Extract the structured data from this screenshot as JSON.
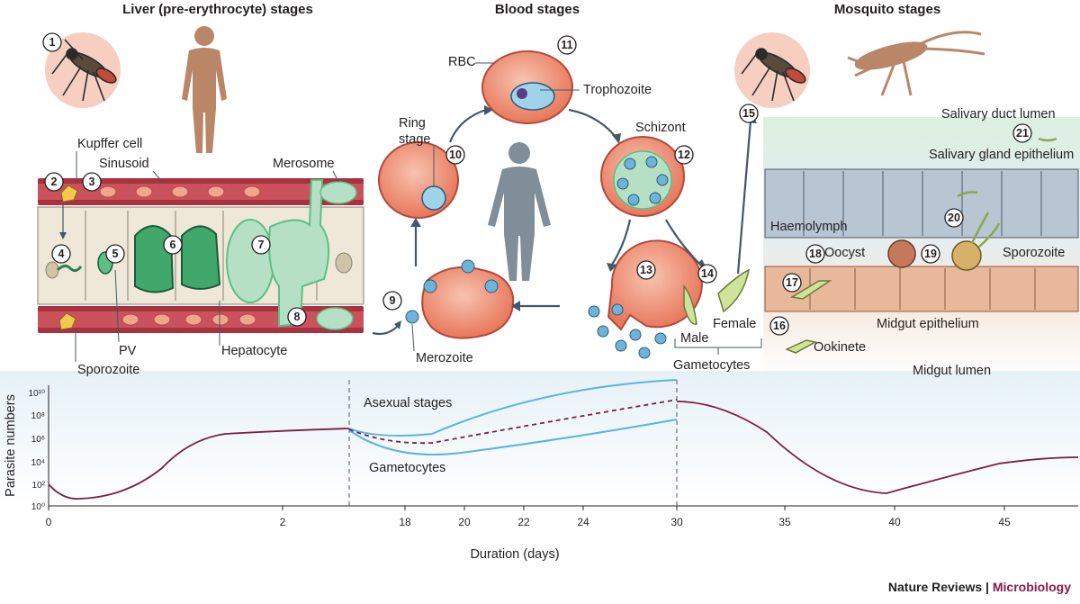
{
  "headers": {
    "liver": "Liver (pre-erythrocyte) stages",
    "blood": "Blood stages",
    "mosquito": "Mosquito stages"
  },
  "labels": {
    "kupffer": "Kupffer cell",
    "sinusoid": "Sinusoid",
    "merosome": "Merosome",
    "pv": "PV",
    "sporozoite_liver": "Sporozoite",
    "hepatocyte": "Hepatocyte",
    "merozoite": "Merozoite",
    "rbc": "RBC",
    "trophozoite": "Trophozoite",
    "ring_stage_1": "Ring",
    "ring_stage_2": "stage",
    "schizont": "Schizont",
    "male": "Male",
    "female": "Female",
    "gametocytes": "Gametocytes",
    "salivary_duct_lumen": "Salivary duct lumen",
    "salivary_gland_epithelium": "Salivary gland epithelium",
    "haemolymph": "Haemolymph",
    "oocyst": "Oocyst",
    "sporozoite_mosq": "Sporozoite",
    "midgut_epithelium": "Midgut epithelium",
    "ookinete": "Ookinete",
    "midgut_lumen": "Midgut lumen"
  },
  "step_numbers": [
    "1",
    "2",
    "3",
    "4",
    "5",
    "6",
    "7",
    "8",
    "9",
    "10",
    "11",
    "12",
    "13",
    "14",
    "15",
    "16",
    "17",
    "18",
    "19",
    "20",
    "21"
  ],
  "colors": {
    "host_curve": "#7a1f43",
    "asexual_curve": "#5bb4e0",
    "rbc_fill": "#ef8a6a",
    "parasite_green": "#5cbf86",
    "vessel": "#a8323f",
    "epithelium_grey": "#b8c5d3",
    "midgut_tan": "#e9b79a",
    "human_tan": "#b98768",
    "human_grey": "#7f8e99"
  },
  "chart_data": {
    "type": "line",
    "ylabel": "Parasite numbers",
    "xlabel": "Duration (days)",
    "x_tick_labels": [
      "0",
      "2",
      "18",
      "20",
      "22",
      "24",
      "30",
      "35",
      "40",
      "45"
    ],
    "y_tick_labels": [
      "10⁰",
      "10²",
      "10⁴",
      "10⁶",
      "10⁸",
      "10¹⁰"
    ],
    "series": [
      {
        "name": "Asexual stages",
        "style": "solid"
      },
      {
        "name": "Gametocytes",
        "style": "solid"
      }
    ]
  },
  "footer": {
    "publisher": "Nature Reviews",
    "separator": " | ",
    "journal": "Microbiology"
  }
}
